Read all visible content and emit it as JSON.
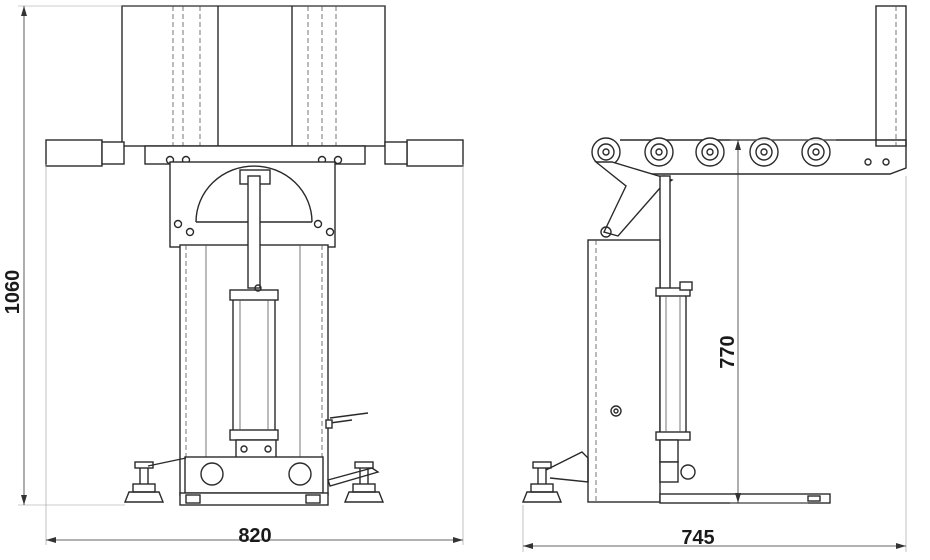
{
  "dimensions": {
    "overall_height": "1060",
    "front_width": "820",
    "side_depth": "745",
    "side_height": "770"
  }
}
